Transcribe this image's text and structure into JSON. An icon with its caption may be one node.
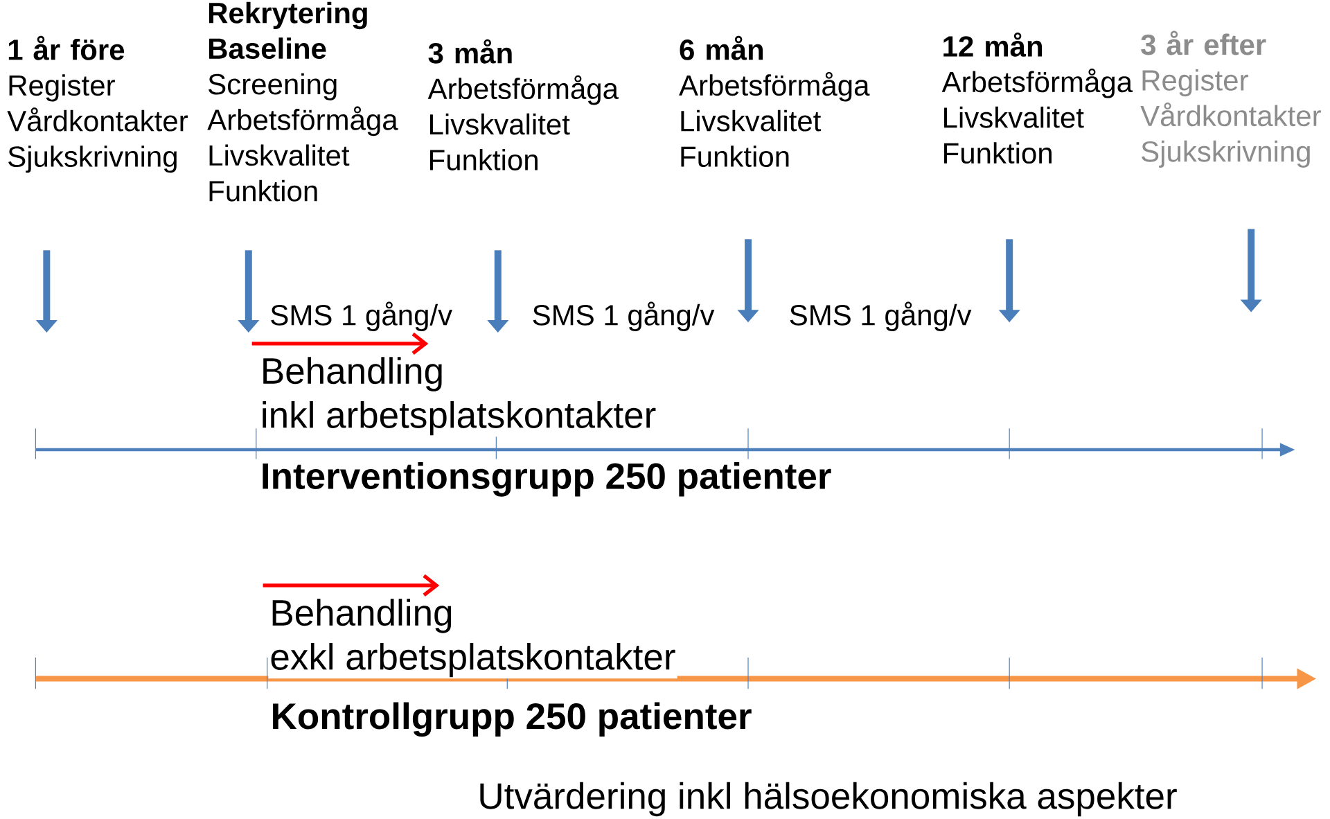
{
  "diagram": {
    "nodes": [
      {
        "text": [
          "1 år före",
          "Register Vårdkontakter Sjukskrivning"
        ]
      },
      {
        "text": [
          "Rekrytering Baseline",
          "Screening Arbetsförmåga Livskvalitet Funktion"
        ]
      },
      {
        "text": [
          "3 mån",
          "Arbetsförmåga Livskvalitet Funktion"
        ]
      },
      {
        "text": [
          "6 mån",
          "Arbetsförmåga Livskvalitet Funktion"
        ]
      },
      {
        "text": [
          "12 mån",
          "Arbetsförmåga Livskvalitet Funktion"
        ]
      },
      {
        "text": [
          "3 år efter",
          "Register Vårdkontakter Sjukskrivning"
        ]
      }
    ],
    "labels": [
      "SMS 1 gång/v",
      "SMS 1 gång/v",
      "SMS 1 gång/v",
      "Behandling",
      "inkl arbetsplatskontakter",
      "Interventionsgrupp 250 patienter",
      "Behandling",
      "exkl arbetsplatskontakter",
      "Kontrollgrupp 250 patienter",
      "Utvärdering inkl hälsoekonomiska aspekter"
    ]
  }
}
